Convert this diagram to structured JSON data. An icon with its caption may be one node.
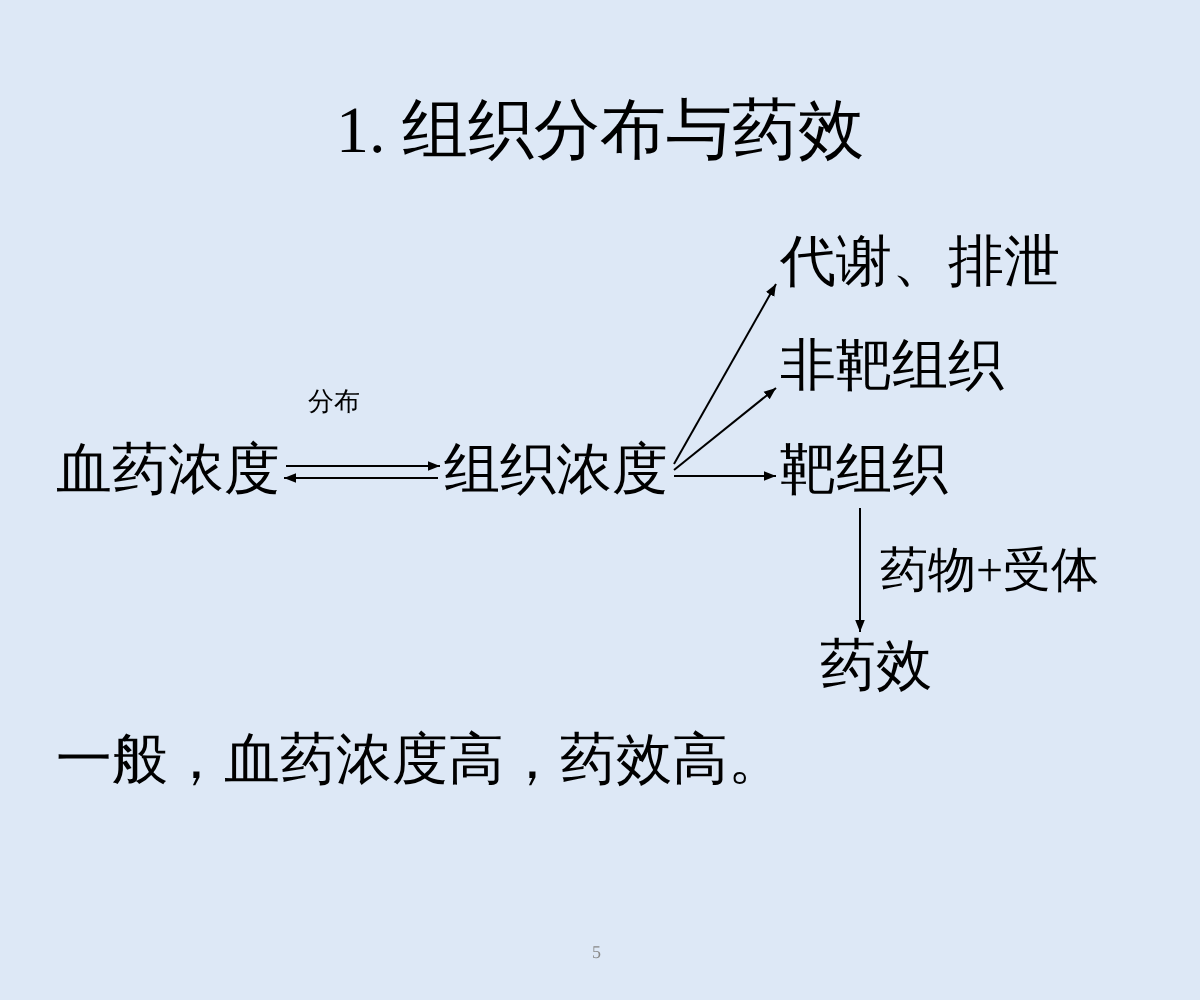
{
  "diagram": {
    "title": "1. 组织分布与药效",
    "nodes": [
      {
        "text": [
          "血药浓度"
        ]
      },
      {
        "text": [
          "组织浓度"
        ]
      },
      {
        "text": [
          "代谢、排泄"
        ]
      },
      {
        "text": [
          "非靶组织"
        ]
      },
      {
        "text": [
          "靶组织"
        ]
      },
      {
        "text": [
          "药效"
        ]
      }
    ],
    "edges": [
      {
        "from": 0,
        "to": 1,
        "arrow": "to",
        "label": "分布"
      },
      {
        "from": 1,
        "to": 0,
        "arrow": "to"
      },
      {
        "from": 1,
        "to": 2,
        "arrow": "to"
      },
      {
        "from": 1,
        "to": 3,
        "arrow": "to"
      },
      {
        "from": 1,
        "to": 4,
        "arrow": "to"
      },
      {
        "from": 4,
        "to": 5,
        "arrow": "to",
        "label": "药物+受体"
      }
    ],
    "labels": [
      "一般，血药浓度高，药效高。",
      "5"
    ]
  }
}
